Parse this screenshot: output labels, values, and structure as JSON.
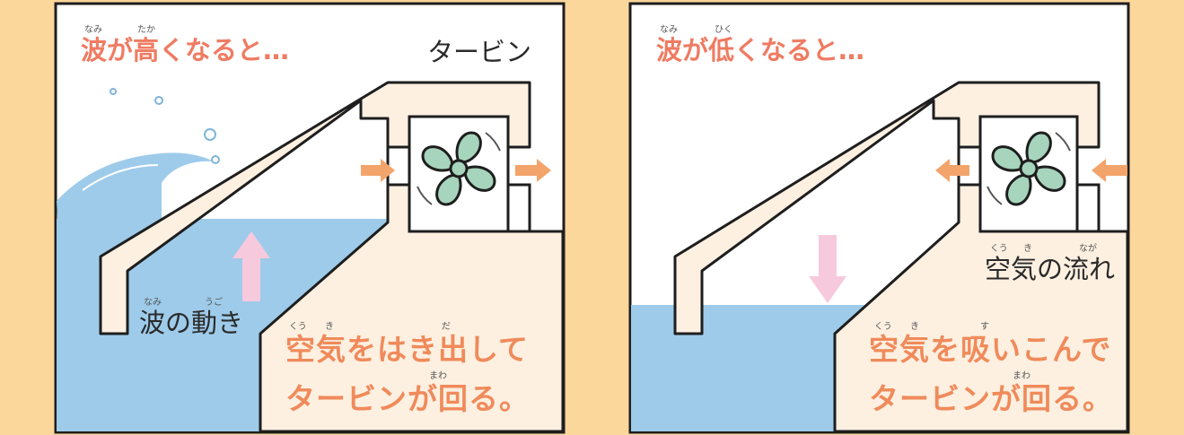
{
  "left_panel": {
    "title": "波が高くなると…",
    "title_ruby": [
      "なみ",
      "たか"
    ],
    "turbine_label": "タービン",
    "wave_motion_label": "波の動き",
    "wave_motion_ruby": [
      "なみ",
      "うご"
    ],
    "caption_line1": "空気をはき出して",
    "caption_line1_ruby": [
      "くう",
      "き",
      "だ"
    ],
    "caption_line2": "タービンが回る。",
    "caption_line2_ruby": [
      "まわ"
    ],
    "arrow_direction": "up",
    "airflow_direction": "right"
  },
  "right_panel": {
    "title": "波が低くなると…",
    "title_ruby": [
      "なみ",
      "ひく"
    ],
    "airflow_label": "空気の流れ",
    "airflow_ruby": [
      "くう",
      "き",
      "なが"
    ],
    "caption_line1": "空気を吸いこんで",
    "caption_line1_ruby": [
      "くう",
      "き",
      "す"
    ],
    "caption_line2": "タービンが回る。",
    "caption_line2_ruby": [
      "まわ"
    ],
    "arrow_direction": "down",
    "airflow_direction": "left"
  },
  "colors": {
    "background": "#fcd79b",
    "sky": "#ffffff",
    "water": "#9ecbea",
    "chamber": "#fdf0e1",
    "outline": "#1e1e1e",
    "title_text": "#ef7b62",
    "caption_text": "#f08a5a",
    "airflow_arrow": "#f3a46b",
    "up_down_arrow": "#f7c9dc",
    "turbine_blade": "#a6d4bc"
  }
}
